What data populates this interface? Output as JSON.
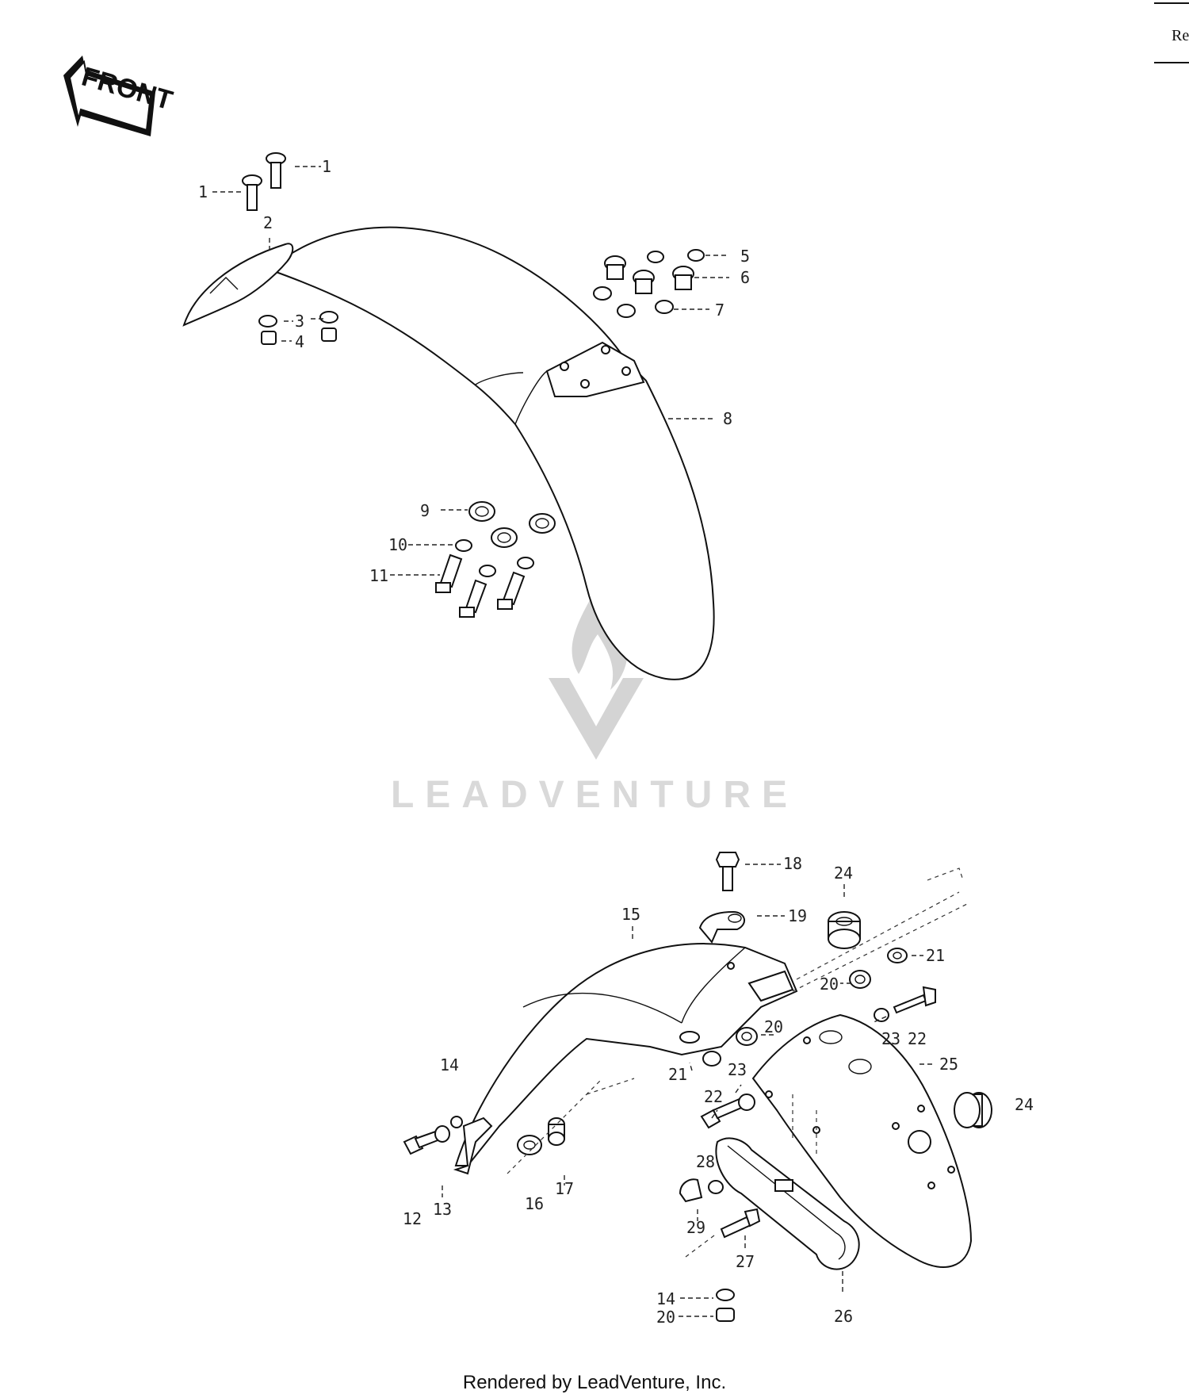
{
  "diagram": {
    "direction_label": "FRONT",
    "corner_text": "Re",
    "watermark_text": "LEADVENTURE",
    "footer": "Rendered by LeadVenture, Inc.",
    "callouts": [
      "1",
      "1",
      "2",
      "3",
      "4",
      "5",
      "6",
      "7",
      "8",
      "9",
      "10",
      "11",
      "18",
      "24",
      "15",
      "19",
      "21",
      "20",
      "20",
      "23",
      "22",
      "14",
      "25",
      "21",
      "23",
      "22",
      "24",
      "28",
      "12",
      "13",
      "16",
      "17",
      "29",
      "27",
      "14",
      "20",
      "26"
    ]
  }
}
